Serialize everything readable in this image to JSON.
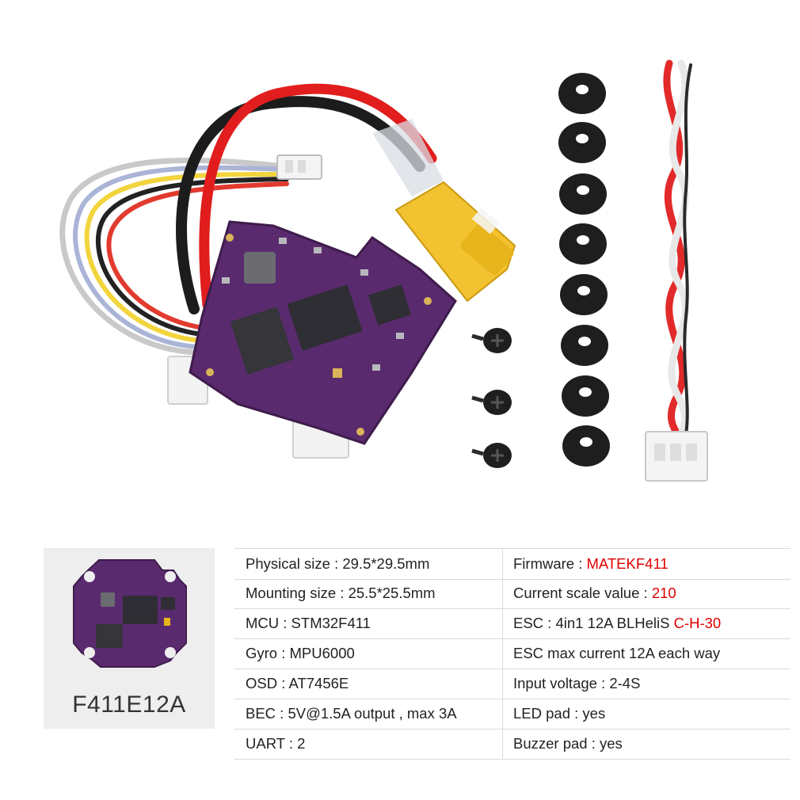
{
  "product_name": "F411E12A",
  "specs": {
    "physical_size": "Physical size : 29.5*29.5mm",
    "mounting_size": "Mounting size : 25.5*25.5mm",
    "mcu": "MCU : STM32F411",
    "gyro": "Gyro : MPU6000",
    "osd": "OSD : AT7456E",
    "bec": "BEC : 5V@1.5A output , max 3A",
    "uart": "UART : 2",
    "firmware_label": "Firmware : ",
    "firmware_value": "MATEKF411",
    "current_scale_label": "Current scale value : ",
    "current_scale_value": "210",
    "esc_label": "ESC : 4in1 12A BLHeliS ",
    "esc_value": "C-H-30",
    "esc_max_current": "ESC max current 12A each way",
    "input_voltage": "Input voltage : 2-4S",
    "led_pad": "LED pad : yes",
    "buzzer_pad": "Buzzer pad : yes"
  },
  "colors": {
    "board_purple": "#5a2a6e",
    "highlight_red": "#e00000",
    "connector_yellow": "#f2c230",
    "card_gray": "#eeeeee"
  }
}
